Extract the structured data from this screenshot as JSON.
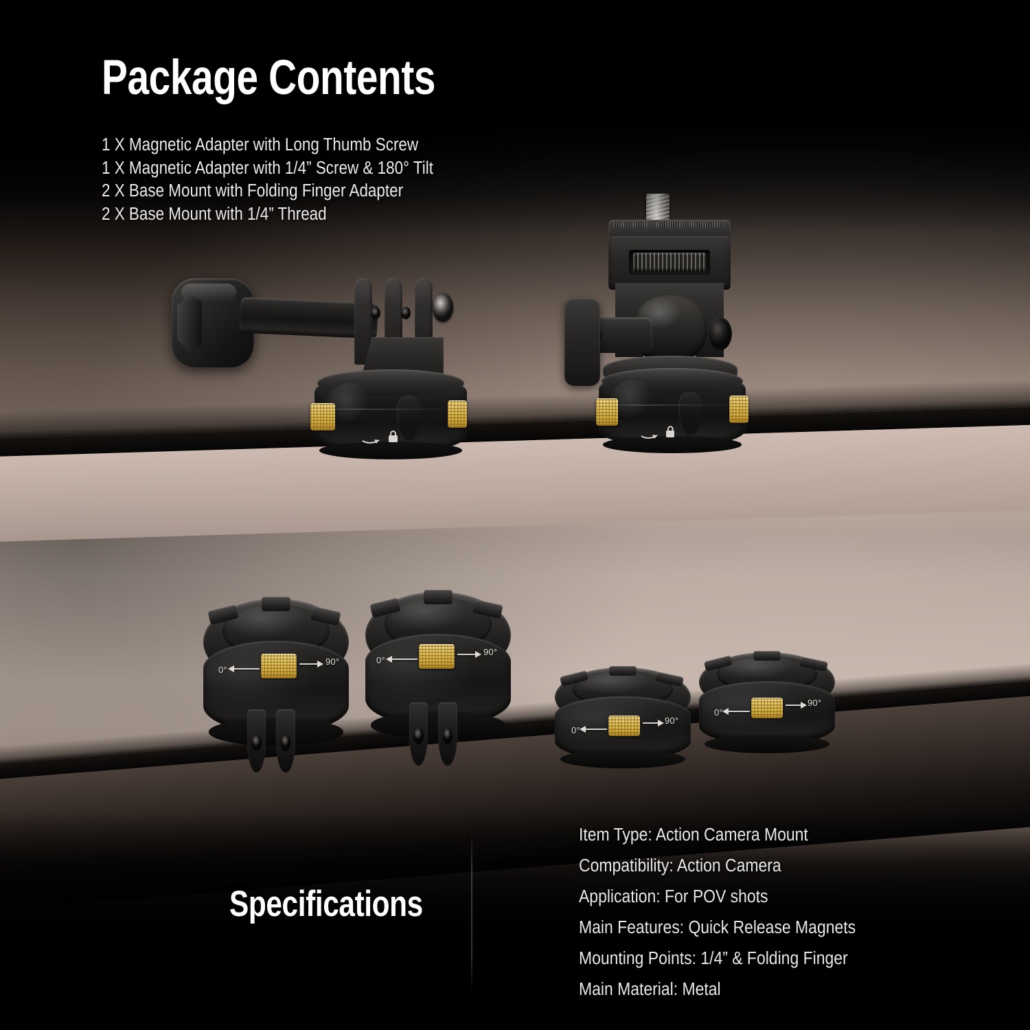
{
  "page": {
    "background_top_color": "#000000",
    "background_mid_color": "#b3a59c",
    "accent_gold_color": "#e6c861",
    "text_color": "#eceaea"
  },
  "package_contents": {
    "heading": "Package Contents",
    "items": [
      "1 X Magnetic Adapter with Long Thumb Screw",
      "1 X Magnetic Adapter with 1/4” Screw & 180° Tilt",
      "2 X Base Mount with Folding Finger Adapter",
      "2 X Base Mount with 1/4” Thread"
    ]
  },
  "specifications": {
    "heading": "Specifications",
    "rows": [
      "Item Type: Action Camera Mount",
      "Compatibility: Action Camera",
      "Application: For POV shots",
      "Main Features: Quick Release Magnets",
      "Mounting Points: 1/4” & Folding Finger",
      "Main Material: Metal"
    ]
  },
  "products": {
    "thumb_screw_adapter": {
      "name": "Magnetic Adapter with Long Thumb Screw",
      "lock_indicator": "lock"
    },
    "tilt_adapter": {
      "name": "Magnetic Adapter with 1/4” Screw & 180° Tilt",
      "lock_indicator": "lock"
    },
    "base_mounts": [
      {
        "name": "Base Mount with Folding Finger Adapter",
        "angle_min": "0°",
        "angle_max": "90°"
      },
      {
        "name": "Base Mount with Folding Finger Adapter",
        "angle_min": "0°",
        "angle_max": "90°"
      },
      {
        "name": "Base Mount with 1/4” Thread",
        "angle_min": "0°",
        "angle_max": "90°"
      },
      {
        "name": "Base Mount with 1/4” Thread",
        "angle_min": "0°",
        "angle_max": "90°"
      }
    ]
  }
}
